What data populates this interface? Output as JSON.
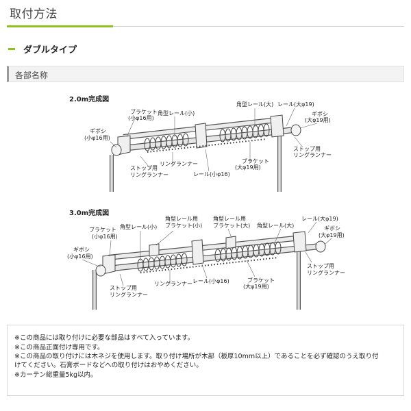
{
  "header": {
    "title": "取付方法"
  },
  "subheading": {
    "title": "ダブルタイプ"
  },
  "section": {
    "title": "各部名称"
  },
  "diagram_2m": {
    "title": "2.0m完成図",
    "labels": {
      "bracket_small_1": "ブラケット",
      "bracket_small_2": "(小φ16用)",
      "square_rail_small": "角型レール(小)",
      "square_rail_large": "角型レール(大)",
      "rail_large": "レール(大φ19)",
      "finial_small_1": "ギボシ",
      "finial_small_2": "(小φ16用)",
      "finial_large_1": "ギボシ",
      "finial_large_2": "(大φ19用)",
      "stopper_left_1": "ストップ用",
      "stopper_left_2": "リングランナー",
      "ring_runner": "リングランナー",
      "rail_small": "レール(小φ16)",
      "bracket_large_1": "ブラケット",
      "bracket_large_2": "(大φ19用)",
      "stopper_right_1": "ストップ用",
      "stopper_right_2": "リングランナー"
    }
  },
  "diagram_3m": {
    "title": "3.0m完成図",
    "labels": {
      "bracket_small_1": "ブラケット",
      "bracket_small_2": "(小φ16用)",
      "square_rail_small": "角型レール(小)",
      "square_rail_bracket_small_1": "角型レール用",
      "square_rail_bracket_small_2": "ブラケット(小)",
      "square_rail_bracket_large_1": "角型レール用",
      "square_rail_bracket_large_2": "ブラケット(大)",
      "square_rail_large": "角型レール(大)",
      "rail_large": "レール(大φ19)",
      "finial_small_1": "ギボシ",
      "finial_small_2": "(小φ16用)",
      "finial_large_1": "ギボシ",
      "finial_large_2": "(大φ19用)",
      "stopper_left_1": "ストップ用",
      "stopper_left_2": "リングランナー",
      "ring_runner": "リングランナー",
      "rail_small": "レール(小φ16)",
      "bracket_large_1": "ブラケット",
      "bracket_large_2": "(大φ19用)",
      "stopper_right_1": "ストップ用",
      "stopper_right_2": "リングランナー"
    }
  },
  "notes": [
    "※この商品には取り付けに必要な部品はすべて入っています。",
    "※この商品正面付け専用です。",
    "※この商品の取り付けには木ネジを使用します。取り付け場所が木部（板厚10mm以上）であることを必ず確認のうえ取り付\nけてください。石膏ボードなどへの取り付けはおやめください。",
    "※カーテン総重量5kg以内。"
  ],
  "colors": {
    "accent": "#8dc21f",
    "rail": "#e4e4e4",
    "outline": "#444444"
  }
}
